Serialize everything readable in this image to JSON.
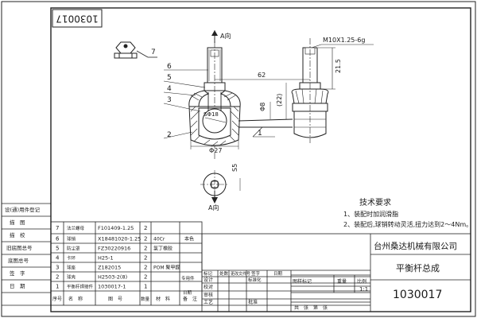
{
  "drawing_number": "1030017",
  "corner_number_rotated": "1030017",
  "view_label_top": "A向",
  "view_label_bottom": "A向",
  "dimensions": {
    "thread": "M10X1.25-6g",
    "length_62": "62",
    "height_21_5": "21.5",
    "height_22": "(22)",
    "dia_8": "Φ8",
    "ball_dia": "SΦ18",
    "base_dia": "Φ27",
    "hex_s5": "S5"
  },
  "balloons": [
    "7",
    "6",
    "5",
    "4",
    "3",
    "2",
    "1"
  ],
  "tech_requirements": {
    "title": "技术要求",
    "items": [
      "1、装配时加润滑脂",
      "2、装配后,球销转动灵活,扭力达到2～4Nm。"
    ]
  },
  "left_sidebar": [
    "设(通)用件登记",
    "描　图",
    "描　校",
    "旧底图总号",
    "底图总号",
    "签　字",
    "日　期"
  ],
  "bom_rows": [
    {
      "no": "7",
      "name": "法兰螺母",
      "code": "F101409-1.25",
      "qty": "2",
      "material": "",
      "note": ""
    },
    {
      "no": "6",
      "name": "球销",
      "code": "X18481020-1.25",
      "qty": "2",
      "material": "40Cr",
      "note": "本色"
    },
    {
      "no": "5",
      "name": "防尘罩",
      "code": "FZ30220916",
      "qty": "2",
      "material": "氯丁橡胶",
      "note": ""
    },
    {
      "no": "4",
      "name": "卡环",
      "code": "H25-1",
      "qty": "2",
      "material": "",
      "note": ""
    },
    {
      "no": "3",
      "name": "球座",
      "code": "Z182015",
      "qty": "2",
      "material": "POM 聚甲醛",
      "note": ""
    },
    {
      "no": "2",
      "name": "球壳",
      "code": "H2503-2(8)",
      "qty": "2",
      "material": "",
      "note": ""
    },
    {
      "no": "1",
      "name": "平衡杆焊接件",
      "code": "1030017-1",
      "qty": "1",
      "material": "",
      "note": ""
    }
  ],
  "bom_header": {
    "no": "序号",
    "code": "图　号",
    "name": "名　称",
    "qty": "数量",
    "material": "材　料",
    "note": "备　注"
  },
  "title_block": {
    "company": "台州桑达机械有限公司",
    "part_name": "平衡杆总成",
    "part_number": "1030017",
    "scale_label": "比例",
    "scale": "1:1",
    "weight_label": "重量",
    "stage_label": "图样标记",
    "sheet_label": "共　张　第　张",
    "sign_headers": [
      "标记",
      "处数",
      "更改文件号",
      "签字",
      "日期"
    ],
    "roles": [
      "设计",
      "标准化",
      "校对",
      "审核",
      "工艺",
      "批准"
    ],
    "dedicated_label": "专用件",
    "date_label": "日期"
  }
}
